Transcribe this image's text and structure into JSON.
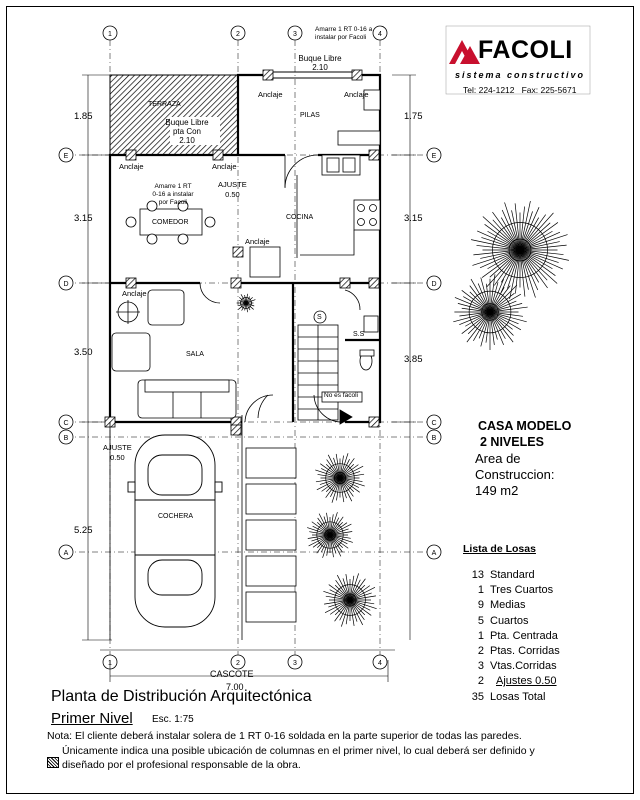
{
  "brand": {
    "name": "FACOLI",
    "tagline": "sistema constructivo",
    "phone": "Tel: 224-1212",
    "fax": "Fax: 225-5671"
  },
  "grid_axes": {
    "columns": [
      "1",
      "2",
      "3",
      "4"
    ],
    "rows": [
      "E",
      "D",
      "C",
      "B",
      "A"
    ]
  },
  "dimensions": {
    "left": [
      "1.85",
      "3.15",
      "3.50",
      "5.25"
    ],
    "right": [
      "1.75",
      "3.15",
      "3.85"
    ],
    "total_width": "7.00"
  },
  "room_labels": {
    "terraza": "TERRAZA",
    "pilas": "PILAS",
    "comedor": "COMEDOR",
    "cocina": "COCINA",
    "sala": "SALA",
    "ss": "S.S",
    "cochera": "COCHERA",
    "cascote": "CASCOTE",
    "stair_up": "S"
  },
  "annotations": {
    "amarre_top": [
      "Amarre 1 RT 0-16 a",
      "instalar por Facoli"
    ],
    "amarre_mid": [
      "Amarre 1 RT",
      "0-16 a instalar",
      "por Facoli"
    ],
    "buque_top": [
      "Buque Libre",
      "2.10"
    ],
    "buque_terraza": [
      "Buque Libre",
      "pta Con",
      "2.10"
    ],
    "anclaje": "Anclaje",
    "ajuste_label": "AJUSTE",
    "ajuste_value": "0.50",
    "no_facoli": "No es facoli"
  },
  "project": {
    "title_line1": "CASA MODELO",
    "title_line2": "2 NIVELES",
    "area_line1": "Area de",
    "area_line2": "Construccion:",
    "area_line3": "149 m2"
  },
  "losas": {
    "heading": "Lista de Losas",
    "items": [
      {
        "qty": "13",
        "label": "Standard"
      },
      {
        "qty": "1",
        "label": "Tres Cuartos"
      },
      {
        "qty": "9",
        "label": "Medias"
      },
      {
        "qty": "5",
        "label": "Cuartos"
      },
      {
        "qty": "1",
        "label": "Pta. Centrada"
      },
      {
        "qty": "2",
        "label": "Ptas. Corridas"
      },
      {
        "qty": "3",
        "label": "Vtas.Corridas"
      },
      {
        "qty": "2",
        "label": "Ajustes 0.50"
      },
      {
        "qty": "35",
        "label": "Losas Total"
      }
    ]
  },
  "footer": {
    "title": "Planta de Distribución Arquitectónica",
    "subtitle": "Primer Nivel",
    "scale": "Esc. 1:75",
    "note1": "Nota: El cliente deberá instalar solera de 1 RT 0-16 soldada en la parte superior de todas las paredes.",
    "note2": "Únicamente indica una posible ubicación de  columnas en el primer nivel, lo cual deberá ser definido y",
    "note3": "diseñado por el profesional responsable de la obra."
  }
}
